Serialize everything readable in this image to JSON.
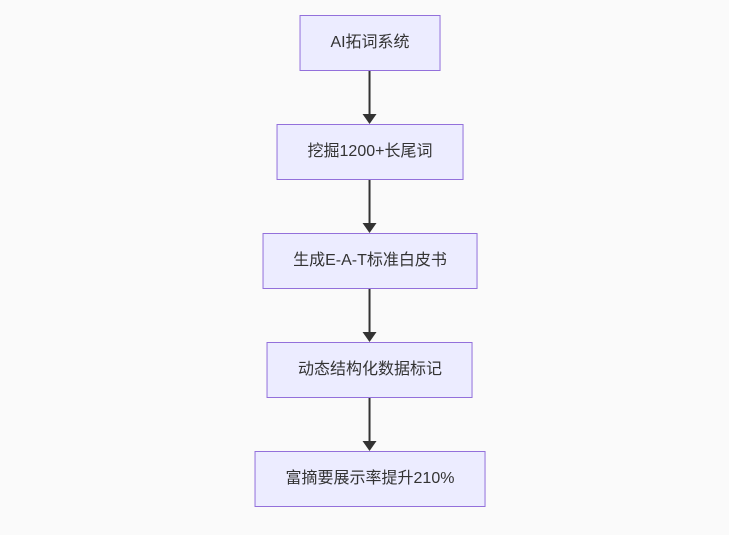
{
  "flowchart": {
    "type": "flowchart-top-down",
    "nodes": [
      {
        "id": "A",
        "label": "AI拓词系统"
      },
      {
        "id": "B",
        "label": "挖掘1200+长尾词"
      },
      {
        "id": "C",
        "label": "生成E-A-T标准白皮书"
      },
      {
        "id": "D",
        "label": "动态结构化数据标记"
      },
      {
        "id": "E",
        "label": "富摘要展示率提升210%"
      }
    ],
    "edges": [
      {
        "from": "A",
        "to": "B"
      },
      {
        "from": "B",
        "to": "C"
      },
      {
        "from": "C",
        "to": "D"
      },
      {
        "from": "D",
        "to": "E"
      }
    ],
    "colors": {
      "background": "#fafafa",
      "node_fill": "#ececff",
      "node_border": "#9370db",
      "text": "#333333",
      "arrow": "#333333"
    }
  }
}
